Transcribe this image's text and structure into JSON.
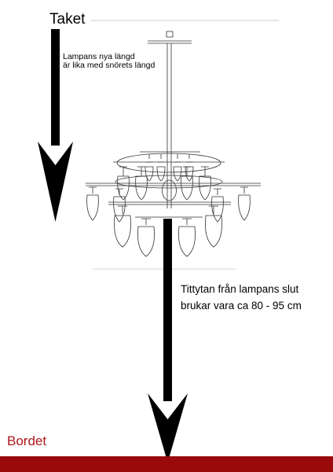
{
  "labels": {
    "ceiling": "Taket",
    "note_line1": "Lampans nya längd",
    "note_line2": "är lika med snörets längd",
    "distance_line1": "Tittytan från lampans slut",
    "distance_line2": "brukar vara ca 80 - 95 cm",
    "table": "Bordet"
  },
  "colors": {
    "table_bar": "#9b0a0a",
    "table_text": "#b0141a",
    "arrow": "#000000",
    "drawing_line": "#333333"
  }
}
